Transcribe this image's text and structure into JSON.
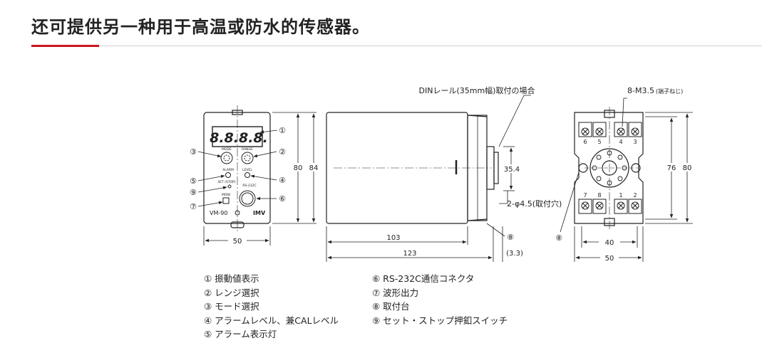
{
  "heading": "还可提供另一种用于高温或防水的传感器。",
  "front": {
    "display_digits": "8.8.8.8.",
    "model": "VM-90",
    "brand": "IMV",
    "knob_mode": "MODE",
    "knob_range": "RANGE",
    "alarm": "ALARM",
    "level": "LEVEL",
    "set_stop": "SET (STOP)",
    "rs232c": "RS-232C",
    "moni": "MONI",
    "callouts": [
      "①",
      "③",
      "②",
      "⑤",
      "④",
      "⑨",
      "⑥",
      "⑦"
    ],
    "dim_width": "50",
    "dim_height_80": "80",
    "dim_height_84": "84"
  },
  "side": {
    "din_note": "DINレール(35mm幅)取付の場合",
    "dim_103": "103",
    "dim_123": "123",
    "dim_35_4": "35.4",
    "dim_3_3": "(3.3)",
    "hole_note": "2-φ4.5(取付穴)",
    "callout_8": "⑧"
  },
  "base": {
    "screw_note": "8-M3.5",
    "screw_note_sub": "(端子ねじ)",
    "terminals_top": [
      "6",
      "5",
      "4",
      "3"
    ],
    "terminals_bottom": [
      "7",
      "8",
      "1",
      "2"
    ],
    "dim_40": "40",
    "dim_50": "50",
    "dim_76": "76",
    "dim_80": "80",
    "callout_8": "⑧"
  },
  "legend_left": [
    "① 振動値表示",
    "② レンジ選択",
    "③ モード選択",
    "④ アラームレベル、兼CALレベル",
    "⑤ アラーム表示灯"
  ],
  "legend_right": [
    "⑥ RS-232C通信コネクタ",
    "⑦ 波形出力",
    "⑧ 取付台",
    "⑨ セット・ストップ押釦スイッチ"
  ]
}
